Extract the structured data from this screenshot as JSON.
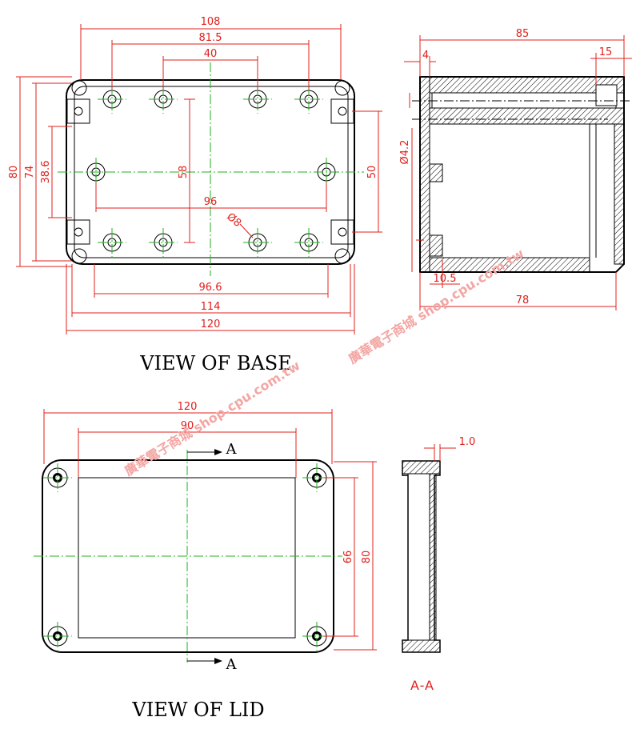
{
  "base_view": {
    "caption": "VIEW OF BASE",
    "dims": {
      "width_overall": "108",
      "hole_span": "81.5",
      "inner_span": "40",
      "height_overall": "80",
      "height_74": "74",
      "height_38_6": "38.6",
      "height_58": "58",
      "width_96": "96",
      "diam_8": "Ø8",
      "height_50": "50",
      "width_96_6": "96.6",
      "width_114": "114",
      "width_120": "120"
    }
  },
  "side_view": {
    "dims": {
      "length_85": "85",
      "wall_4": "4",
      "depth_15": "15",
      "diam_4_2": "Ø4.2",
      "offset_10_5": "10.5",
      "length_78": "78"
    }
  },
  "lid_view": {
    "caption": "VIEW OF LID",
    "dims": {
      "width_120": "120",
      "width_90": "90",
      "height_66": "66",
      "height_80": "80"
    },
    "section_mark_top": "A",
    "section_mark_bottom": "A"
  },
  "section_view": {
    "label": "A-A",
    "thickness": "1.0"
  },
  "watermark": {
    "text": "廣華電子商城  shop.cpu.com.tw"
  }
}
